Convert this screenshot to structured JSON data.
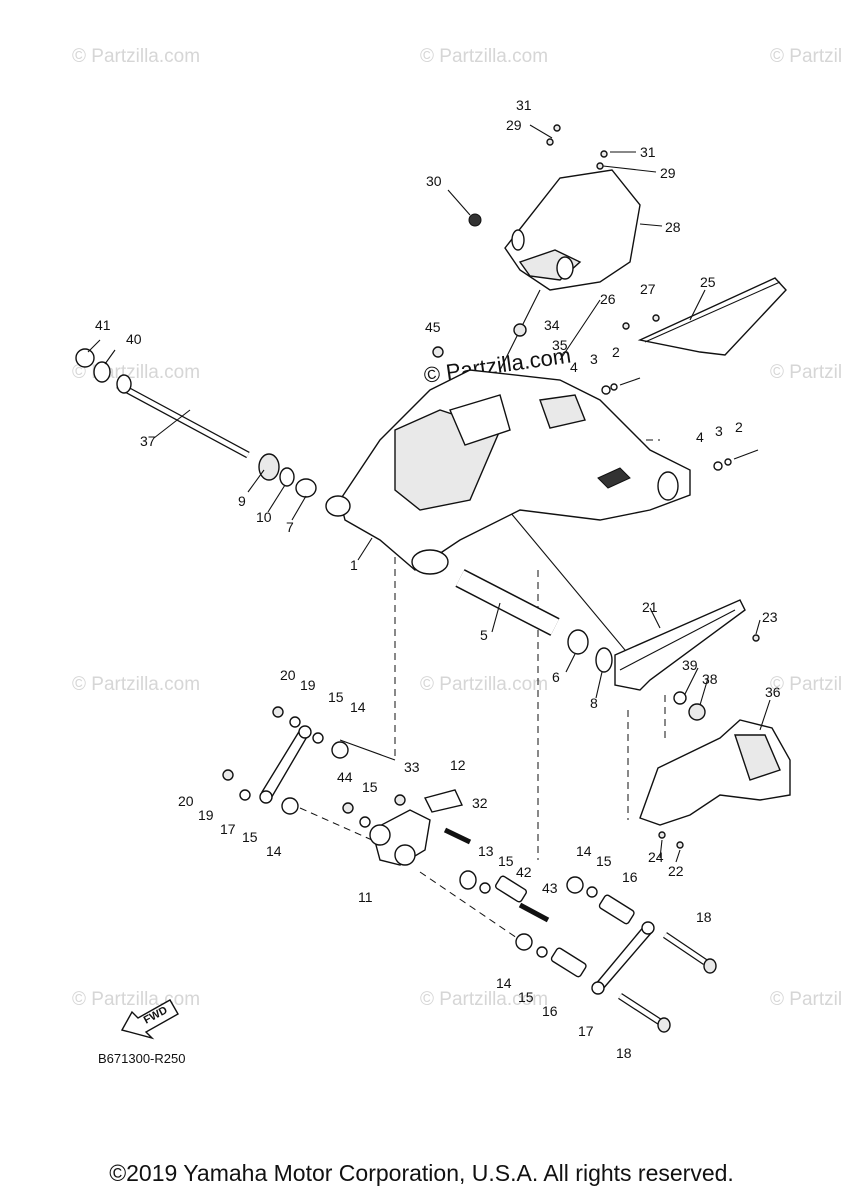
{
  "watermark": "© Partzilla.com",
  "diagram_code": "B671300-R250",
  "fwd_label": "FWD",
  "copyright": "©2019 Yamaha Motor Corporation, U.S.A. All rights reserved.",
  "callouts": {
    "c1": "1",
    "c2a": "2",
    "c2b": "2",
    "c3a": "3",
    "c3b": "3",
    "c4a": "4",
    "c4b": "4",
    "c5": "5",
    "c6": "6",
    "c7": "7",
    "c8": "8",
    "c9": "9",
    "c10": "10",
    "c11": "11",
    "c12": "12",
    "c13": "13",
    "c14a": "14",
    "c14b": "14",
    "c14c": "14",
    "c14d": "14",
    "c15a": "15",
    "c15b": "15",
    "c15c": "15",
    "c15d": "15",
    "c15e": "15",
    "c15f": "15",
    "c16a": "16",
    "c16b": "16",
    "c17a": "17",
    "c17b": "17",
    "c18a": "18",
    "c18b": "18",
    "c19a": "19",
    "c19b": "19",
    "c20a": "20",
    "c20b": "20",
    "c21": "21",
    "c22": "22",
    "c23": "23",
    "c24": "24",
    "c25": "25",
    "c26": "26",
    "c27": "27",
    "c28": "28",
    "c29a": "29",
    "c29b": "29",
    "c30": "30",
    "c31a": "31",
    "c31b": "31",
    "c33": "33",
    "c34": "34",
    "c35": "35",
    "c36": "36",
    "c37": "37",
    "c38": "38",
    "c39": "39",
    "c40": "40",
    "c41": "41",
    "c42": "42",
    "c43": "43",
    "c44": "44",
    "c45": "45",
    "c32": "32"
  }
}
